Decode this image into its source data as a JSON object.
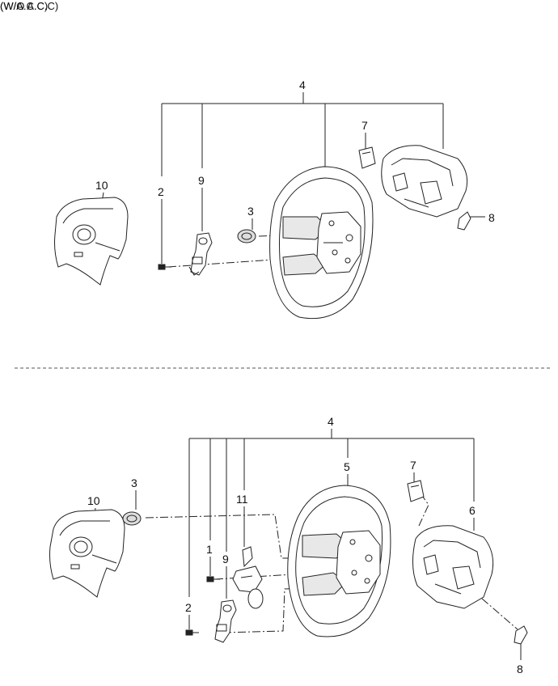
{
  "section_top": {
    "label": "(W/O A.C.C)",
    "callouts": {
      "c4": "4",
      "c2": "2",
      "c9": "9",
      "c3": "3",
      "c7": "7",
      "c8": "8",
      "c10": "10"
    }
  },
  "section_bottom": {
    "label": "(W/A.C.C)",
    "callouts": {
      "c4": "4",
      "c5": "5",
      "c3": "3",
      "c7": "7",
      "c6": "6",
      "c10": "10",
      "c11": "11",
      "c1": "1",
      "c9": "9",
      "c2": "2",
      "c8": "8"
    }
  },
  "colors": {
    "line": "#222222",
    "fill": "#ffffff",
    "shade": "#d9d9d9",
    "divider": "#555555"
  }
}
